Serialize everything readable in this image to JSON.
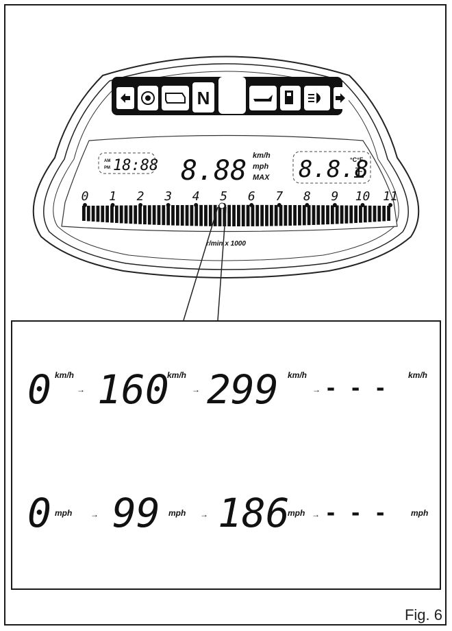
{
  "figure_label": "Fig. 6",
  "indicators": [
    "left-turn",
    "abs",
    "engine",
    "neutral",
    "blank",
    "oil",
    "fuel",
    "headlight",
    "right-turn"
  ],
  "indicator_neutral_text": "N",
  "dash": {
    "clock_am": "AM",
    "clock_pm": "PM",
    "clock_digits": "18:88",
    "speed_digits": "8.88",
    "unit_kmh": "km/h",
    "unit_mph": "mph",
    "unit_max": "MAX",
    "temp_digits": "8.8.8",
    "temp_units": "°C°F",
    "rpm_ticks": [
      "0",
      "1",
      "2",
      "3",
      "4",
      "5",
      "6",
      "7",
      "8",
      "9",
      "10",
      "11"
    ],
    "rpm_label": "r/min x 1000"
  },
  "rows": [
    {
      "name": "kmh",
      "steps": [
        {
          "value": "0",
          "unit": "km/h"
        },
        {
          "value": "160",
          "unit": "km/h"
        },
        {
          "value": "299",
          "unit": "km/h"
        },
        {
          "value": "- - -",
          "unit": "km/h"
        }
      ]
    },
    {
      "name": "mph",
      "steps": [
        {
          "value": "0",
          "unit": "mph"
        },
        {
          "value": "99",
          "unit": "mph"
        },
        {
          "value": "186",
          "unit": "mph"
        },
        {
          "value": "- - -",
          "unit": "mph"
        }
      ]
    }
  ]
}
